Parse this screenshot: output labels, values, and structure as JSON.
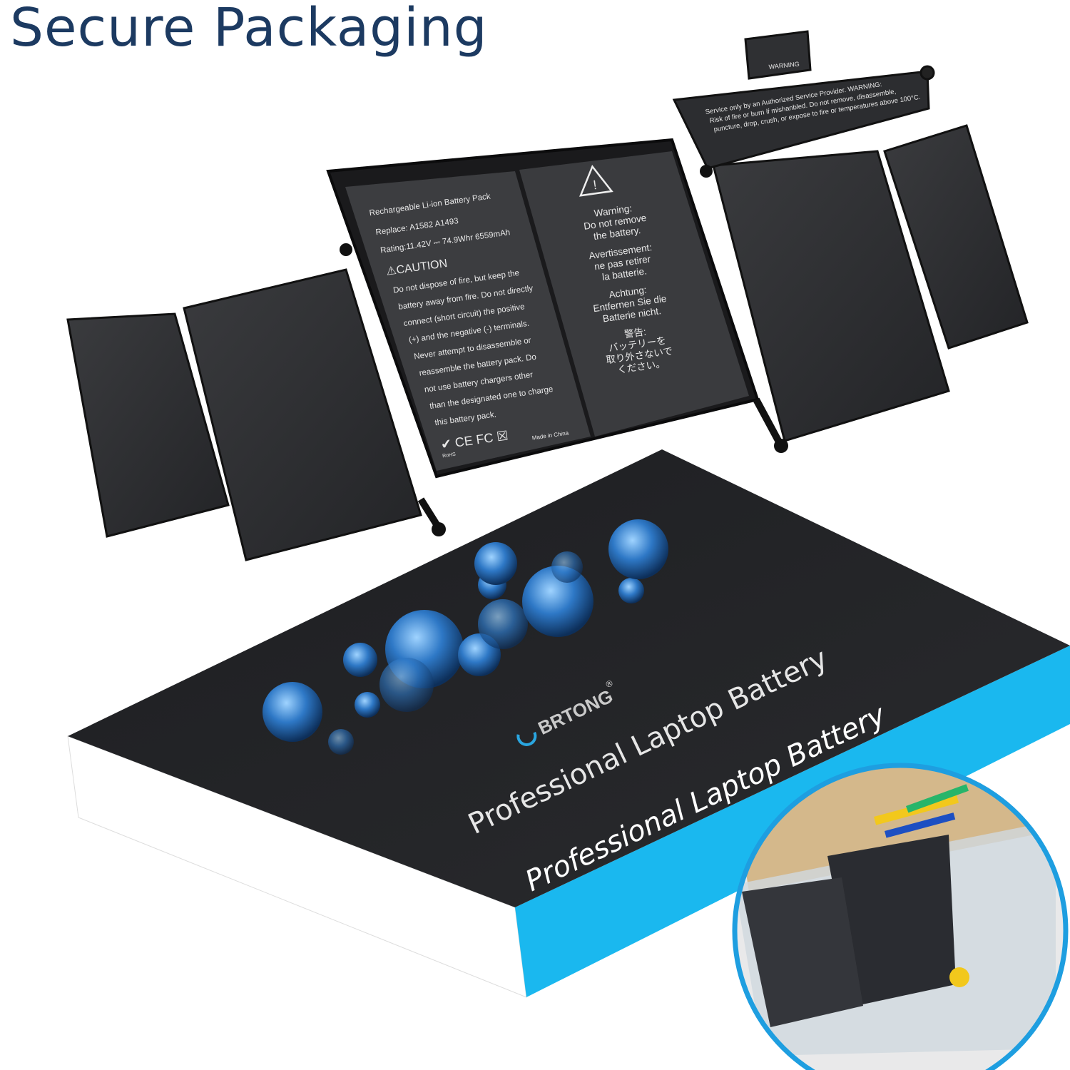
{
  "title": "Secure Packaging",
  "battery": {
    "connector_label": "WARNING",
    "flap_text": [
      "Service only by an Authorized Service Provider. WARNING:",
      "Risk of fire or burn if mishanbled. Do not remove, disassemble,",
      "puncture, drop, crush, or expose to fire or temperatures above 100°C."
    ],
    "spec_label": {
      "heading": "Rechargeable Li-ion Battery Pack",
      "replace": "Replace: A1582  A1493",
      "rating": "Rating:11.42V ⎓ 74.9Whr 6559mAh",
      "caution_title": "⚠CAUTION",
      "caution_lines": [
        "Do not dispose of fire, but keep the",
        "battery away from fire. Do not directly",
        "connect (short circuit) the positive",
        "(+) and the negative (-) terminals.",
        "Never attempt to disassemble or",
        "reassemble the battery pack. Do",
        "not use battery chargers other",
        "than the designated one to charge",
        "this battery pack."
      ],
      "certifications": "✔ CE FC ☒",
      "rohs": "RoHS",
      "made_in": "Made in China"
    },
    "warning_label": {
      "lines": [
        "Warning:",
        "Do not remove",
        "the battery.",
        "",
        "Avertissement:",
        "ne pas retirer",
        "la batterie.",
        "",
        "Achtung:",
        "Entfernen Sie die",
        "Batterie nicht.",
        "",
        "警告:",
        "バッテリーを",
        "取り外さないで",
        "ください。"
      ]
    }
  },
  "box": {
    "brand": "BRTONG",
    "registered": "®",
    "top_slogan": "Professional Laptop Battery",
    "side_slogan": "Professional Laptop Battery"
  },
  "colors": {
    "title": "#1c3a61",
    "accent_blue": "#1ab8ef",
    "inset_ring": "#1e9ee0"
  }
}
